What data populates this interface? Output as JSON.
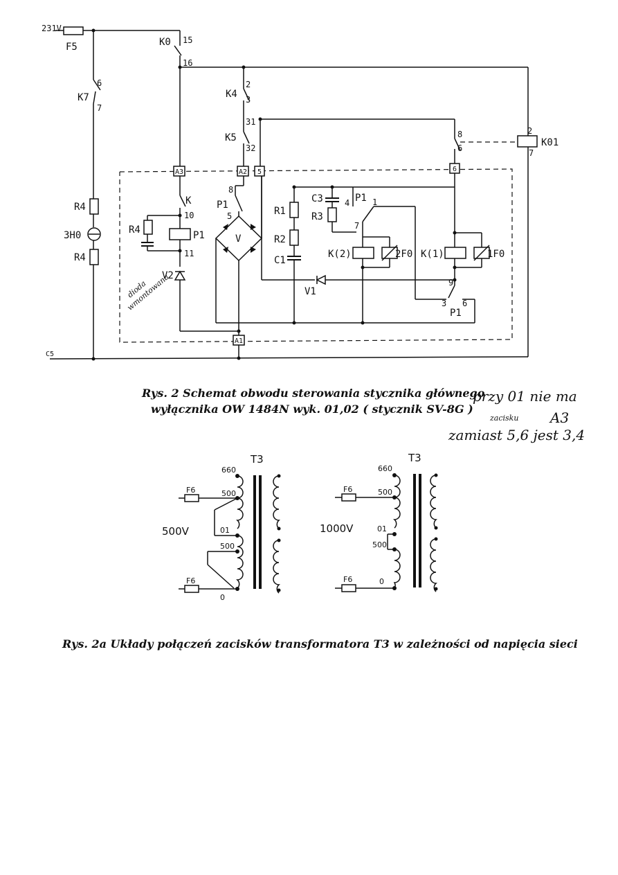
{
  "schematic": {
    "supply": "231V",
    "fuse": "F5",
    "return_line": "C5",
    "contactor": "K0",
    "contactor_pins": [
      "15",
      "16"
    ],
    "k7": {
      "name": "K7",
      "pins": [
        "6",
        "7"
      ]
    },
    "k4": {
      "name": "K4",
      "pins": [
        "2",
        "3"
      ]
    },
    "k5": {
      "name": "K5",
      "pins": [
        "31",
        "32"
      ]
    },
    "k01": {
      "name": "K01",
      "pins": [
        "2",
        "7",
        "8",
        "6"
      ]
    },
    "lamp_branch": {
      "r_top": "R4",
      "lamp": "3H0",
      "r_bottom": "R4"
    },
    "terminals": [
      "A3",
      "A2",
      "5",
      "6",
      "A1"
    ],
    "k": {
      "name": "K",
      "pins": [
        "10",
        "11"
      ]
    },
    "r4_cap": "R4",
    "p1_coil": "P1",
    "v2": "V2",
    "handnote_diode": "dioda",
    "handnote_diode2": "wmontowana",
    "p1_switch": {
      "name": "P1",
      "pins": [
        "8",
        "5"
      ]
    },
    "bridge": "V",
    "r1": "R1",
    "r2": "R2",
    "c1": "C1",
    "c3": "C3",
    "r3": "R3",
    "p1_contact": {
      "name": "P1",
      "pins": [
        "4",
        "1",
        "7"
      ]
    },
    "k2": "K(2)",
    "f2": "2F0",
    "k1": "K(1)",
    "f1": "1F0",
    "v1": "V1",
    "p1_lower": {
      "name": "P1",
      "pins": [
        "9",
        "3",
        "6"
      ]
    }
  },
  "caption1_line1": "Rys. 2 Schemat obwodu sterowania stycznika głównego",
  "caption1_line2": "wyłącznika OW 1484N wyk. 01,02 ( stycznik SV-8G )",
  "handnote": {
    "line1": "przy 01 nie ma",
    "line2a": "zacisku",
    "line2b": "A3",
    "line3": "zamiast 5,6 jest 3,4"
  },
  "transformer_left": {
    "title": "T3",
    "voltage": "500V",
    "fuse_top": "F6",
    "fuse_bottom": "F6",
    "taps": [
      "660",
      "500",
      "01",
      "500",
      "0"
    ]
  },
  "transformer_right": {
    "title": "T3",
    "voltage": "1000V",
    "fuse_top": "F6",
    "fuse_bottom": "F6",
    "taps": [
      "660",
      "500",
      "01",
      "500",
      "0"
    ]
  },
  "caption2": "Rys. 2a Układy połączeń zacisków transformatora T3 w zależności od napięcia sieci"
}
